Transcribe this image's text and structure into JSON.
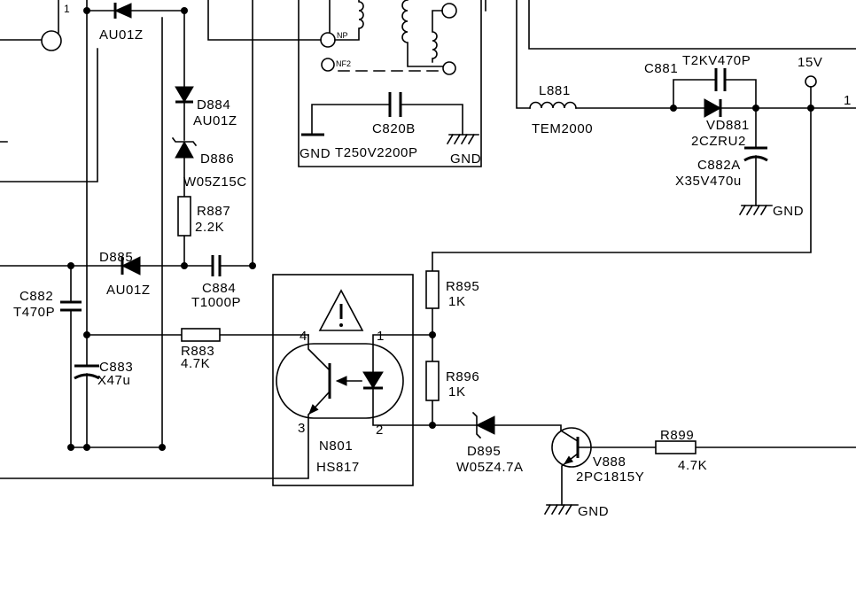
{
  "colors": {
    "ink": "#000000",
    "background": "#ffffff"
  },
  "nets": {
    "gnd": "GND",
    "v15": "15V",
    "pin_left": "1",
    "pin_right": "1"
  },
  "transformer": {
    "np": "NP",
    "nf2": "NF2"
  },
  "components": {
    "d_top": {
      "value": "AU01Z"
    },
    "d884": {
      "ref": "D884",
      "value": "AU01Z"
    },
    "d886": {
      "ref": "D886",
      "value": "W05Z15C"
    },
    "r887": {
      "ref": "R887",
      "value": "2.2K"
    },
    "d885": {
      "ref": "D885",
      "value": "AU01Z"
    },
    "c884": {
      "ref": "C884",
      "value": "T1000P"
    },
    "c882": {
      "ref": "C882",
      "value": "T470P"
    },
    "c883": {
      "ref": "C883",
      "value": "X47u"
    },
    "r883": {
      "ref": "R883",
      "value": "4.7K"
    },
    "n801": {
      "ref": "N801",
      "value": "HS817",
      "pins": {
        "p4": "4",
        "p1": "1",
        "p3": "3",
        "p2": "2"
      }
    },
    "c820b": {
      "ref": "C820B",
      "value": "T250V2200P"
    },
    "l881": {
      "ref": "L881",
      "value": "TEM2000"
    },
    "c881": {
      "ref": "C881",
      "value": "T2KV470P"
    },
    "vd881": {
      "ref": "VD881",
      "value": "2CZRU2"
    },
    "c882a": {
      "ref": "C882A",
      "value": "X35V470u"
    },
    "r895": {
      "ref": "R895",
      "value": "1K"
    },
    "r896": {
      "ref": "R896",
      "value": "1K"
    },
    "d895": {
      "ref": "D895",
      "value": "W05Z4.7A"
    },
    "v888": {
      "ref": "V888",
      "value": "2PC1815Y"
    },
    "r899": {
      "ref": "R899",
      "value": "4.7K"
    }
  }
}
